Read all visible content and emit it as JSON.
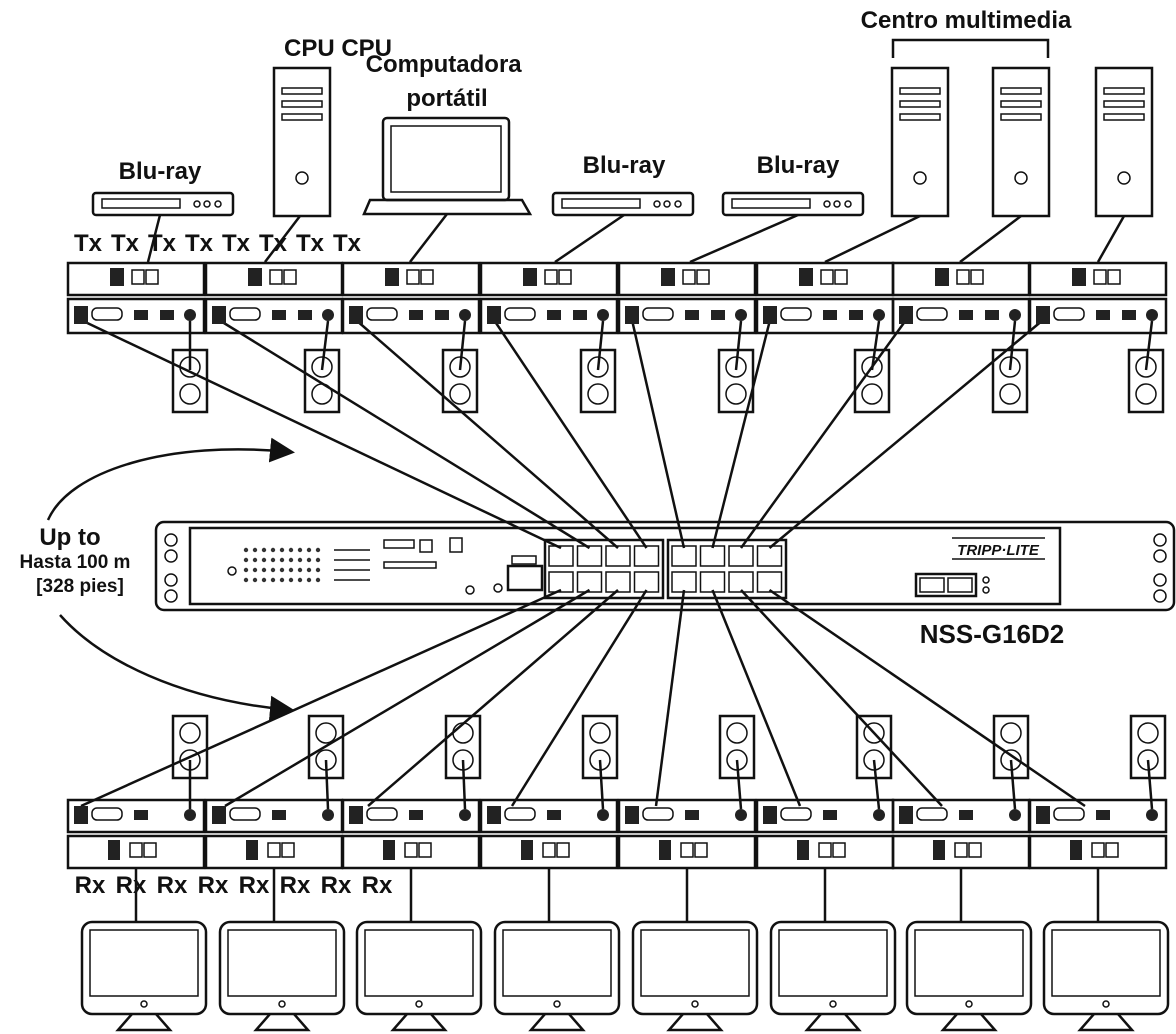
{
  "diagram": {
    "sources": {
      "blu_ray_left": "Blu-ray",
      "cpu": "CPU CPU",
      "laptop": "Computadora portátil",
      "blu_ray_mid": "Blu-ray",
      "blu_ray_right": "Blu-ray",
      "media_center": "Centro multimedia"
    },
    "tx_labels": [
      "Tx",
      "Tx",
      "Tx",
      "Tx",
      "Tx",
      "Tx",
      "Tx",
      "Tx"
    ],
    "rx_labels": [
      "Rx",
      "Rx",
      "Rx",
      "Rx",
      "Rx",
      "Rx",
      "Rx",
      "Rx"
    ],
    "distance": {
      "line1": "Up to",
      "line2": "Hasta 100 m",
      "line3": "[328 pies]"
    },
    "switch": {
      "model": "NSS-G16D2",
      "brand": "TRIPP·LITE"
    }
  }
}
